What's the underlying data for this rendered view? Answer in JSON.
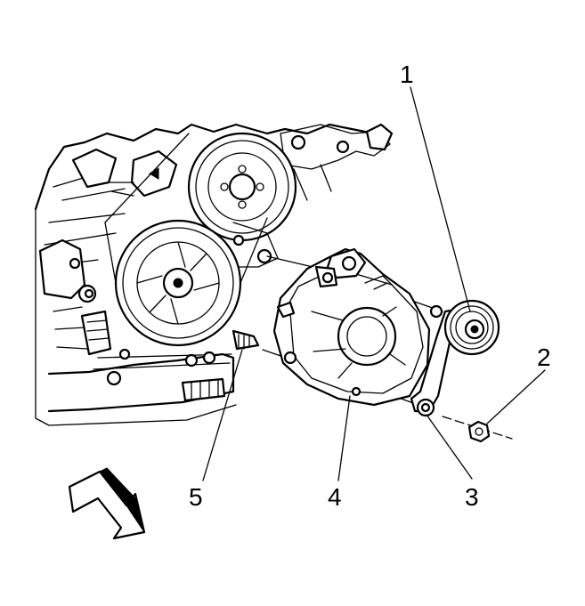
{
  "callouts": [
    {
      "id": "1",
      "label": "1"
    },
    {
      "id": "2",
      "label": "2"
    },
    {
      "id": "3",
      "label": "3"
    },
    {
      "id": "4",
      "label": "4"
    },
    {
      "id": "5",
      "label": "5"
    }
  ],
  "colors": {
    "ink": "#000000",
    "paper": "#ffffff"
  },
  "icons": {
    "direction_arrow": "front-of-vehicle-arrow-icon"
  }
}
